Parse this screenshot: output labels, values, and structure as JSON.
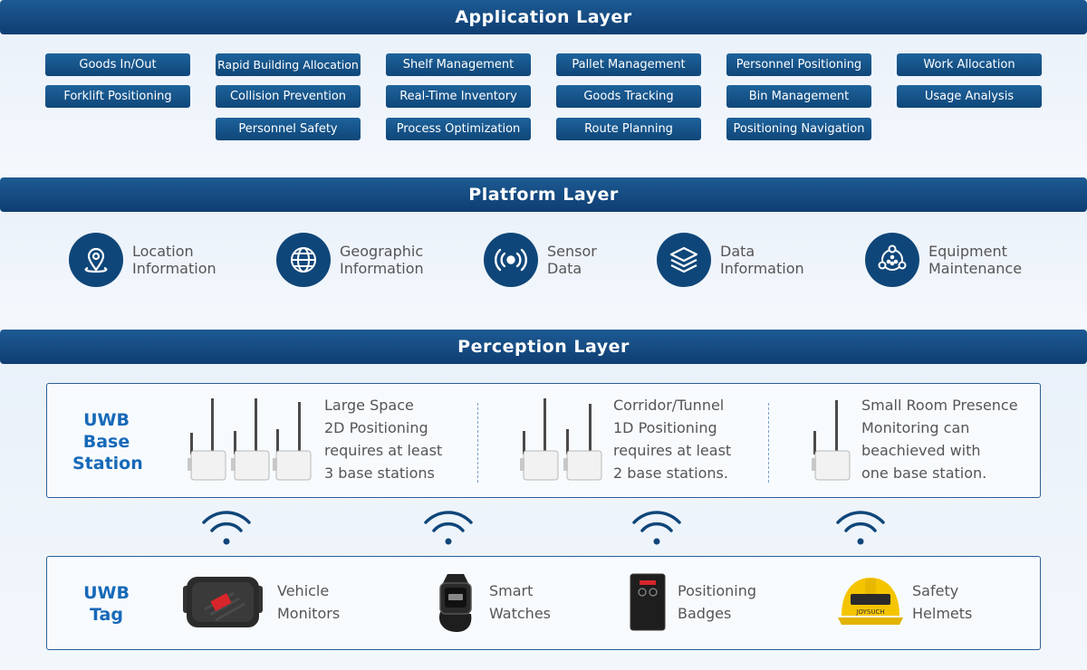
{
  "application": {
    "title": "Application Layer",
    "items": [
      "Goods In/Out",
      "Rapid Building Allocation",
      "Shelf Management",
      "Pallet Management",
      "Personnel Positioning",
      "Work Allocation",
      "Forklift Positioning",
      "Collision Prevention",
      "Real-Time Inventory",
      "Goods Tracking",
      "Bin Management",
      "Usage Analysis",
      "Personnel Safety",
      "Process Optimization",
      "Route Planning",
      "Positioning Navigation"
    ]
  },
  "platform": {
    "title": "Platform Layer",
    "items": [
      {
        "icon": "location-pin-icon",
        "line1": "Location",
        "line2": "Information"
      },
      {
        "icon": "globe-icon",
        "line1": "Geographic",
        "line2": "Information"
      },
      {
        "icon": "signal-icon",
        "line1": "Sensor",
        "line2": "Data"
      },
      {
        "icon": "layers-icon",
        "line1": "Data",
        "line2": "Information"
      },
      {
        "icon": "network-icon",
        "line1": "Equipment",
        "line2": "Maintenance"
      }
    ]
  },
  "perception": {
    "title": "Perception Layer",
    "base_station": {
      "title_line1": "UWB",
      "title_line2": "Base",
      "title_line3": "Station",
      "sections": [
        {
          "lines": [
            "Large Space",
            "2D Positioning",
            "requires at least",
            "3 base stations"
          ]
        },
        {
          "lines": [
            "Corridor/Tunnel",
            "1D Positioning",
            "requires at least",
            "2 base stations."
          ]
        },
        {
          "lines": [
            "Small Room Presence",
            "Monitoring can",
            "beachieved with",
            "one base station."
          ]
        }
      ]
    },
    "tag": {
      "title_line1": "UWB",
      "title_line2": "Tag",
      "items": [
        {
          "icon": "vehicle-monitor-icon",
          "line1": "Vehicle",
          "line2": "Monitors"
        },
        {
          "icon": "smart-watch-icon",
          "line1": "Smart",
          "line2": "Watches"
        },
        {
          "icon": "positioning-badge-icon",
          "line1": "Positioning",
          "line2": "Badges"
        },
        {
          "icon": "safety-helmet-icon",
          "line1": "Safety",
          "line2": "Helmets",
          "brand": "JOYSUCH"
        }
      ]
    }
  },
  "colors": {
    "primary": "#0f4679",
    "accent": "#1769b8",
    "helmet": "#f5c400"
  }
}
